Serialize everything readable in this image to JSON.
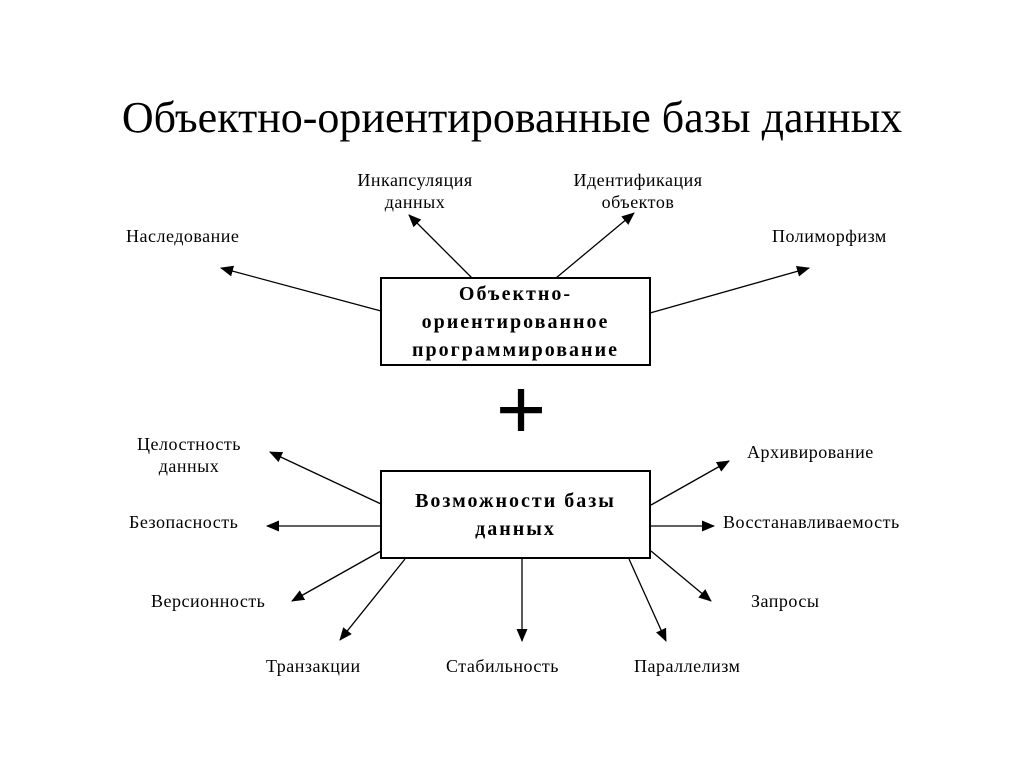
{
  "colors": {
    "ink": "#000000",
    "background": "#ffffff"
  },
  "title": "Объектно-ориентированные базы данных",
  "plus_symbol": "+",
  "oop_box": {
    "line1": "Объектно-",
    "line2": "ориентированное",
    "line3": "программирование"
  },
  "db_box": {
    "line1": "Возможности базы",
    "line2": "данных"
  },
  "oop_labels": {
    "inheritance": "Наследование",
    "encapsulation": "Инкапсуляция\nданных",
    "identification": "Идентификация\nобъектов",
    "polymorphism": "Полиморфизм"
  },
  "db_labels": {
    "integrity": "Целостность\nданных",
    "security": "Безопасность",
    "versioning": "Версионность",
    "transactions": "Транзакции",
    "stability": "Стабильность",
    "parallelism": "Параллелизм",
    "queries": "Запросы",
    "recoverability": "Восстанавливаемость",
    "archiving": "Архивирование"
  }
}
